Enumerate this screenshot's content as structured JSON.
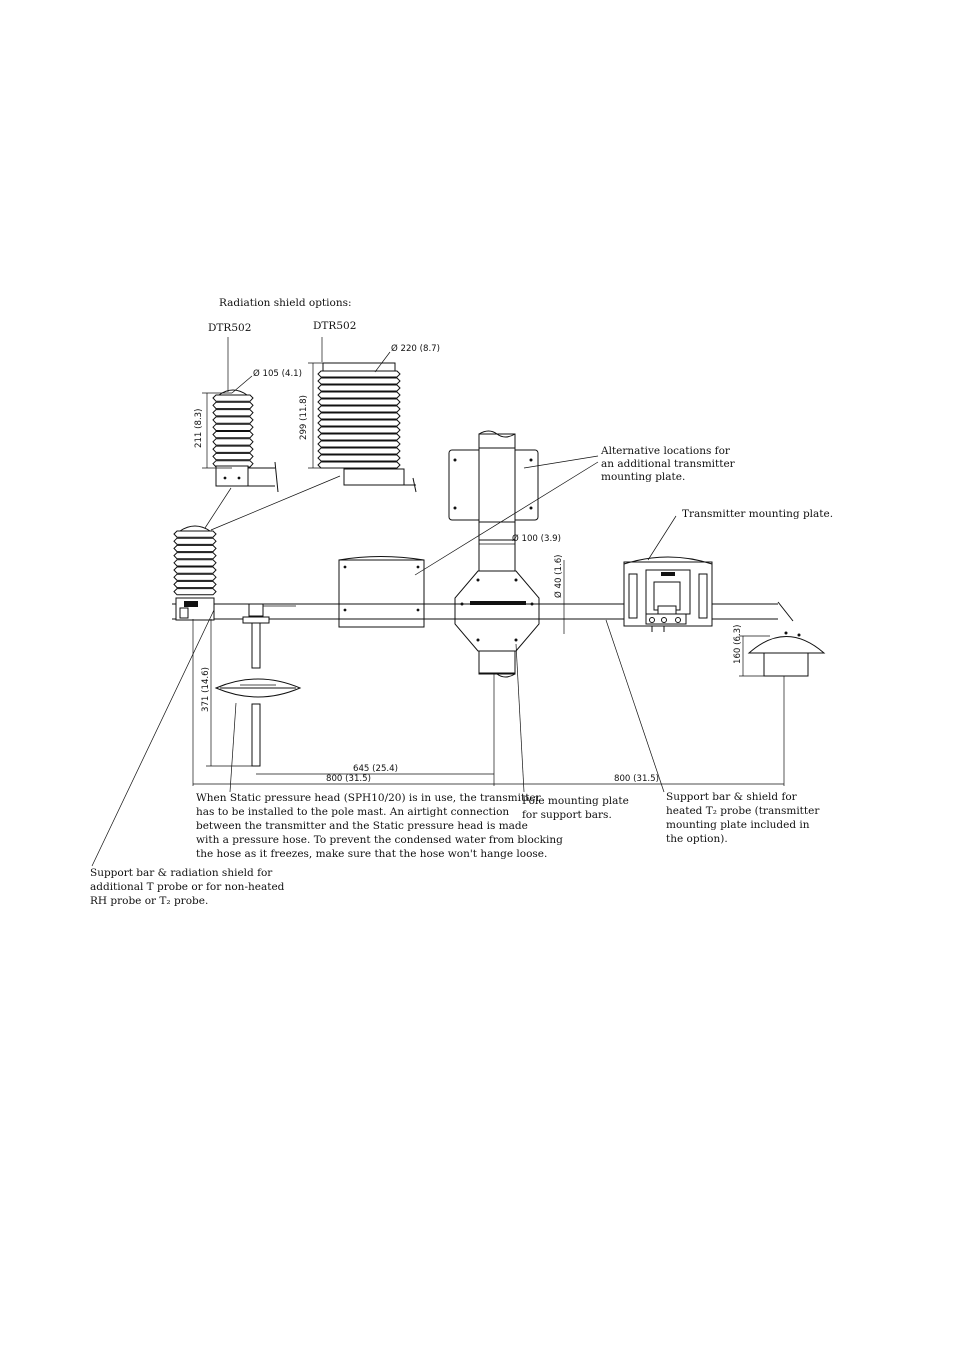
{
  "diagram": {
    "header": "Radiation shield options:",
    "shield_small": {
      "model": "DTR502",
      "diameter": "Ø 105 (4.1)",
      "height": "211 (8.3)"
    },
    "shield_large": {
      "model": "DTR502",
      "diameter": "Ø 220 (8.7)",
      "height": "299 (11.8)"
    },
    "dimensions": {
      "pole_diameter": "Ø 100 (3.9)",
      "bar_diameter": "Ø 40 (1.6)",
      "shield_drop": "160 (6.3)",
      "sph_height": "371 (14.6)",
      "sph_offset": "645 (25.4)",
      "left_span": "800 (31.5)",
      "right_span": "800 (31.5)"
    },
    "callouts": {
      "alternative_locations": [
        "Alternative locations for",
        "an additional transmitter",
        "mounting plate."
      ],
      "transmitter_plate": [
        "Transmitter mounting plate."
      ],
      "sph_note": [
        "When Static pressure head (SPH10/20) is in use, the transmitter",
        "has to be installed to the pole mast. An airtight connection",
        "between the transmitter and the Static pressure head is made",
        "with a pressure hose. To prevent the condensed water from blocking",
        "the hose as it freezes, make sure that the hose won't hange loose."
      ],
      "pole_plate": [
        "Pole mounting plate",
        "for support bars."
      ],
      "support_heated": [
        "Support bar & shield for",
        "heated T₂ probe (transmitter",
        "mounting plate included in",
        "the option)."
      ],
      "support_left": [
        "Support bar & radiation shield for",
        "additional T probe or for non-heated",
        "RH probe or T₂ probe."
      ]
    }
  }
}
